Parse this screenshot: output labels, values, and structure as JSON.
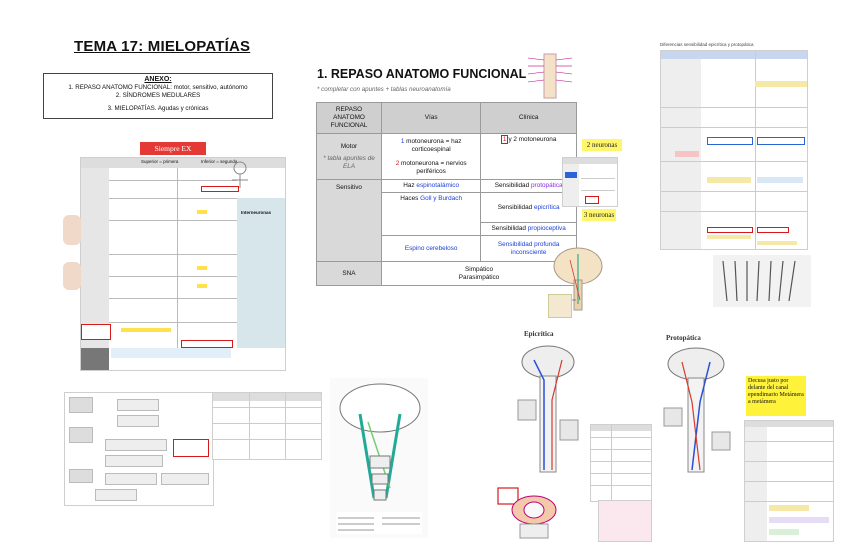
{
  "left_panel": {
    "title": "TEMA 17: MIELOPATÍAS",
    "anexo": {
      "heading": "ANEXO:",
      "line1": "1. REPASO ANATOMO FUNCIONAL: motor, sensitivo, autónomo",
      "line2": "2. SÍNDROMES MEDULARES",
      "line3": "3. MIELOPATÍAS. Agudas y crónicas"
    },
    "tag": "Siempre EX",
    "thumb_headers": [
      "Superior = primera",
      "Inferior = segunda"
    ],
    "thumb_side_label": "Interneuronas"
  },
  "middle_panel": {
    "title": "1. REPASO ANATOMO FUNCIONAL",
    "subtitle": "* completar con apuntes + tablas neuroanatomía",
    "table": {
      "corner": "REPASO ANATOMO FUNCIONAL",
      "col_vias": "Vías",
      "col_clinica": "Clínica",
      "motor_label": "Motor",
      "motor_note": "* tabla apuntes de ELA",
      "motor_via1_num": "1",
      "motor_via1_rest": " motoneurona = haz corticoespinal",
      "motor_via2_num": "2",
      "motor_via2_rest": " motoneurona = nervios periféricos",
      "motor_clin_num": "1",
      "motor_clin_rest": "y 2 motoneurona",
      "sens_label": "Sensitivo",
      "sens_via1_pre": "Haz ",
      "sens_via1_col": "espinotalámico",
      "sens_clin1_pre": "Sensibilidad ",
      "sens_clin1_col": "protopática",
      "sens_via2_pre": "Haces ",
      "sens_via2_col": "Goll y Burdach",
      "sens_clin2_pre": "Sensibilidad ",
      "sens_clin2_col": "epicrítica",
      "sens_clin3_pre": "Sensibilidad ",
      "sens_clin3_col": "propioceptiva",
      "sens_via3": "Espino cerebeloso",
      "sens_clin4": "Sensibilidad profunda inconsciente",
      "sna_label": "SNA",
      "sna_value1": "Simpático",
      "sna_value2": "Parasimpático"
    },
    "sticky1": "2 neuronas",
    "sticky2": "3 neuronas"
  },
  "right_panel": {
    "table_title": "Diferencias sensibilidad epicrítica y protopática",
    "label_epicritica": "Epicrítica",
    "label_protopatica": "Protopática",
    "note": "Decusa justo por delante del canal ependimario Metámera a metámera"
  },
  "colors": {
    "accent_red": "#e53935",
    "sticky_yellow": "#fff66b",
    "link_blue": "#1a3fd6"
  }
}
